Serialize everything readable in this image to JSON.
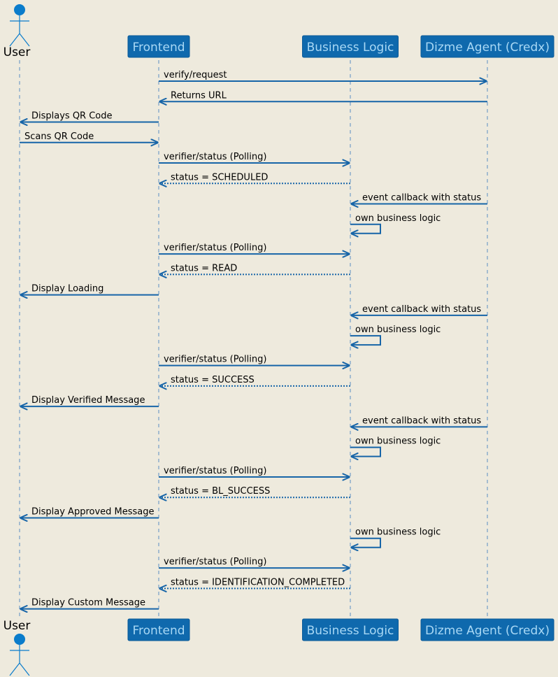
{
  "colors": {
    "background": "#EEEADD",
    "participant_fill": "#0F69AD",
    "participant_text": "#A8D8F5",
    "arrow": "#1765A8",
    "lifeline": "#5B8FC2",
    "actor": "#0A7CCB"
  },
  "participants": [
    {
      "id": "user",
      "label": "User",
      "type": "actor"
    },
    {
      "id": "frontend",
      "label": "Frontend",
      "type": "participant"
    },
    {
      "id": "bl",
      "label": "Business Logic",
      "type": "participant"
    },
    {
      "id": "agent",
      "label": "Dizme Agent (Credx)",
      "type": "participant"
    }
  ],
  "messages": [
    {
      "from": "frontend",
      "to": "agent",
      "text": "verify/request",
      "style": "solid"
    },
    {
      "from": "agent",
      "to": "frontend",
      "text": "Returns URL",
      "style": "solid"
    },
    {
      "from": "frontend",
      "to": "user",
      "text": "Displays QR Code",
      "style": "solid"
    },
    {
      "from": "user",
      "to": "frontend",
      "text": "Scans QR Code",
      "style": "solid"
    },
    {
      "from": "frontend",
      "to": "bl",
      "text": "verifier/status (Polling)",
      "style": "solid"
    },
    {
      "from": "bl",
      "to": "frontend",
      "text": "status = SCHEDULED",
      "style": "dotted"
    },
    {
      "from": "agent",
      "to": "bl",
      "text": "event callback with status",
      "style": "solid"
    },
    {
      "from": "bl",
      "to": "bl",
      "text": "own business logic",
      "style": "self"
    },
    {
      "from": "frontend",
      "to": "bl",
      "text": "verifier/status (Polling)",
      "style": "solid"
    },
    {
      "from": "bl",
      "to": "frontend",
      "text": "status = READ",
      "style": "dotted"
    },
    {
      "from": "frontend",
      "to": "user",
      "text": "Display Loading",
      "style": "solid"
    },
    {
      "from": "agent",
      "to": "bl",
      "text": "event callback with status",
      "style": "solid"
    },
    {
      "from": "bl",
      "to": "bl",
      "text": "own business logic",
      "style": "self"
    },
    {
      "from": "frontend",
      "to": "bl",
      "text": "verifier/status (Polling)",
      "style": "solid"
    },
    {
      "from": "bl",
      "to": "frontend",
      "text": "status = SUCCESS",
      "style": "dotted"
    },
    {
      "from": "frontend",
      "to": "user",
      "text": "Display Verified Message",
      "style": "solid"
    },
    {
      "from": "agent",
      "to": "bl",
      "text": "event callback with status",
      "style": "solid"
    },
    {
      "from": "bl",
      "to": "bl",
      "text": "own business logic",
      "style": "self"
    },
    {
      "from": "frontend",
      "to": "bl",
      "text": "verifier/status (Polling)",
      "style": "solid"
    },
    {
      "from": "bl",
      "to": "frontend",
      "text": "status = BL_SUCCESS",
      "style": "dotted"
    },
    {
      "from": "frontend",
      "to": "user",
      "text": "Display Approved Message",
      "style": "solid"
    },
    {
      "from": "bl",
      "to": "bl",
      "text": "own business logic",
      "style": "self"
    },
    {
      "from": "frontend",
      "to": "bl",
      "text": "verifier/status (Polling)",
      "style": "solid"
    },
    {
      "from": "bl",
      "to": "frontend",
      "text": "status = IDENTIFICATION_COMPLETED",
      "style": "dotted"
    },
    {
      "from": "frontend",
      "to": "user",
      "text": "Display Custom Message",
      "style": "solid"
    }
  ]
}
